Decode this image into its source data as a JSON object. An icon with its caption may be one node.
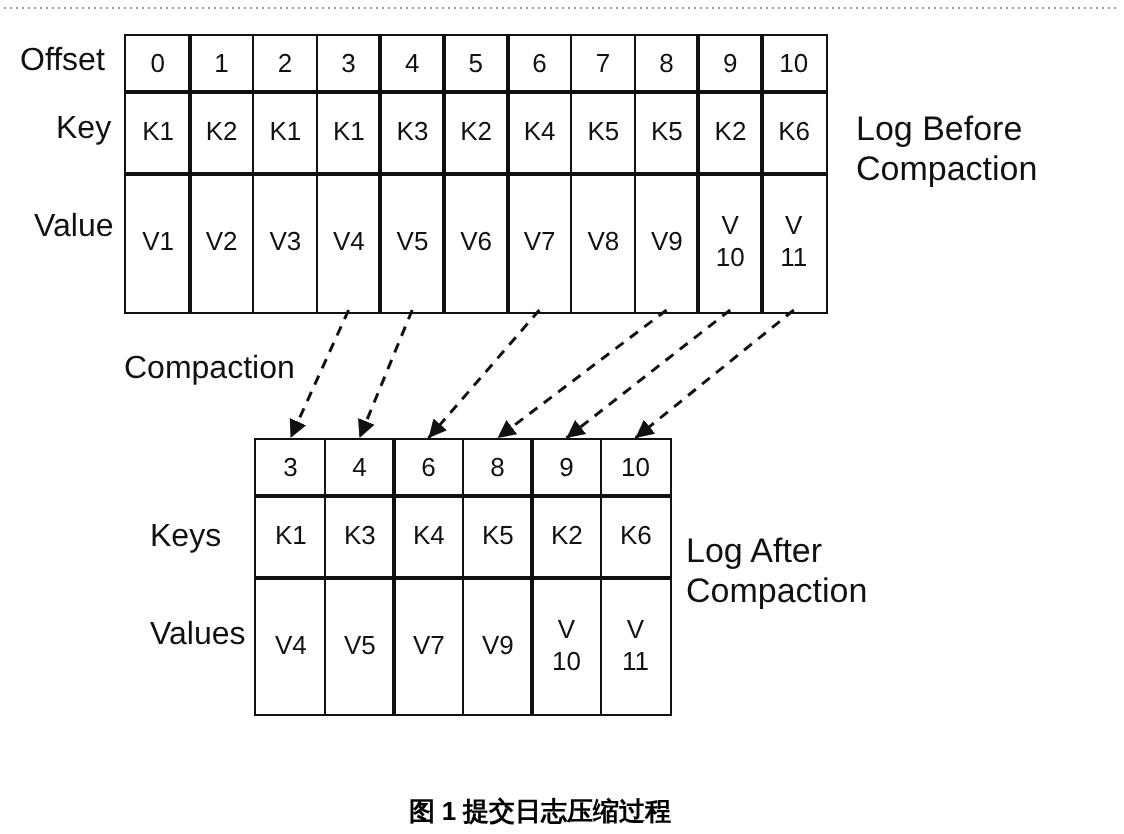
{
  "diagram": {
    "caption": "图 1 提交日志压缩过程",
    "nodes": [
      {
        "text": [
          "0",
          "K1",
          "V1"
        ]
      },
      {
        "text": [
          "1",
          "K2",
          "V2"
        ]
      },
      {
        "text": [
          "2",
          "K1",
          "V3"
        ]
      },
      {
        "text": [
          "3",
          "K1",
          "V4"
        ]
      },
      {
        "text": [
          "4",
          "K3",
          "V5"
        ]
      },
      {
        "text": [
          "5",
          "K2",
          "V6"
        ]
      },
      {
        "text": [
          "6",
          "K4",
          "V7"
        ]
      },
      {
        "text": [
          "7",
          "K5",
          "V8"
        ]
      },
      {
        "text": [
          "8",
          "K5",
          "V9"
        ]
      },
      {
        "text": [
          "9",
          "K2",
          "V 10"
        ]
      },
      {
        "text": [
          "10",
          "K6",
          "V 11"
        ]
      },
      {
        "text": [
          "3",
          "K1",
          "V4"
        ]
      },
      {
        "text": [
          "4",
          "K3",
          "V5"
        ]
      },
      {
        "text": [
          "6",
          "K4",
          "V7"
        ]
      },
      {
        "text": [
          "8",
          "K5",
          "V9"
        ]
      },
      {
        "text": [
          "9",
          "K2",
          "V 10"
        ]
      },
      {
        "text": [
          "10",
          "K6",
          "V 11"
        ]
      }
    ],
    "edges": [
      {
        "from": 3,
        "to": 11,
        "arrow": "to",
        "style": "dashed"
      },
      {
        "from": 4,
        "to": 12,
        "arrow": "to",
        "style": "dashed"
      },
      {
        "from": 6,
        "to": 13,
        "arrow": "to",
        "style": "dashed"
      },
      {
        "from": 8,
        "to": 14,
        "arrow": "to",
        "style": "dashed"
      },
      {
        "from": 9,
        "to": 15,
        "arrow": "to",
        "style": "dashed"
      },
      {
        "from": 10,
        "to": 16,
        "arrow": "to",
        "style": "dashed"
      }
    ],
    "labels": [
      "Offset",
      "Key",
      "Value",
      "Log Before Compaction",
      "Compaction",
      "Keys",
      "Values",
      "Log After Compaction"
    ]
  }
}
